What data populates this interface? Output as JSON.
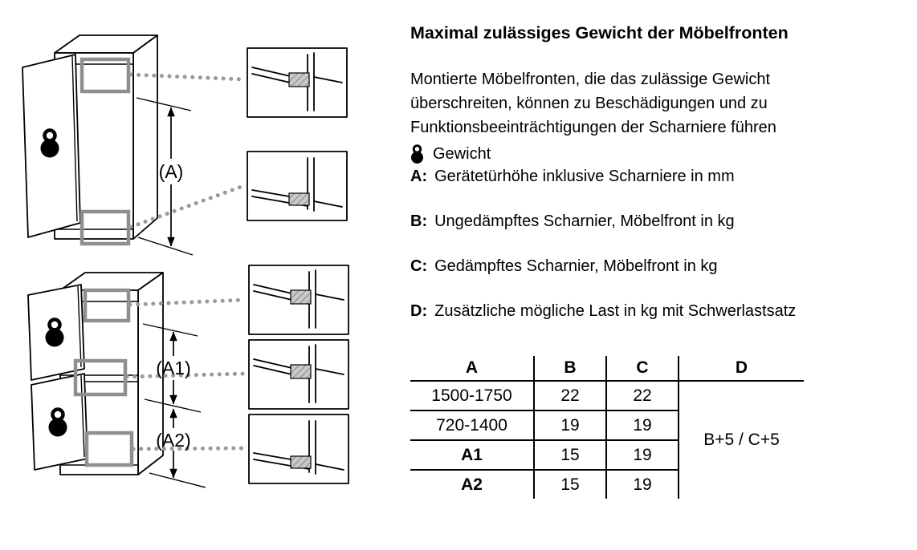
{
  "title": "Maximal zulässiges Gewicht der Möbelfronten",
  "intro": "Montierte Möbelfronten, die das zulässige Gewicht überschreiten, können zu Beschädigungen und zu Funktionsbeeinträchtigungen der Scharniere führen",
  "legend": {
    "weight_icon": "weight-icon",
    "weight_label": "Gewicht",
    "items": [
      {
        "key": "A:",
        "text": "Gerätetürhöhe inklusive Scharniere in mm"
      },
      {
        "key": "B:",
        "text": "Ungedämpftes Scharnier, Möbelfront in kg"
      },
      {
        "key": "C:",
        "text": "Gedämpftes Scharnier, Möbelfront in kg"
      },
      {
        "key": "D:",
        "text": "Zusätzliche mögliche Last in kg mit Schwerlastsatz"
      }
    ]
  },
  "diagram": {
    "labels": {
      "a": "(A)",
      "a1": "(A1)",
      "a2": "(A2)"
    },
    "icons": [
      "weight-icon",
      "weight-icon",
      "weight-icon"
    ],
    "hinge_callout_count": 5
  },
  "table": {
    "headers": [
      "A",
      "B",
      "C",
      "D"
    ],
    "rows": [
      {
        "a": "1500-1750",
        "b": "22",
        "c": "22"
      },
      {
        "a": "720-1400",
        "b": "19",
        "c": "19"
      },
      {
        "a": "A1",
        "b": "15",
        "c": "19"
      },
      {
        "a": "A2",
        "b": "15",
        "c": "19"
      }
    ],
    "d_value": "B+5 / C+5"
  },
  "colors": {
    "line": "#000000",
    "highlight_box": "#8f8f8f",
    "leader_dots": "#9a9a9a",
    "hinge_fill": "#c9c9c9",
    "background": "#ffffff"
  }
}
